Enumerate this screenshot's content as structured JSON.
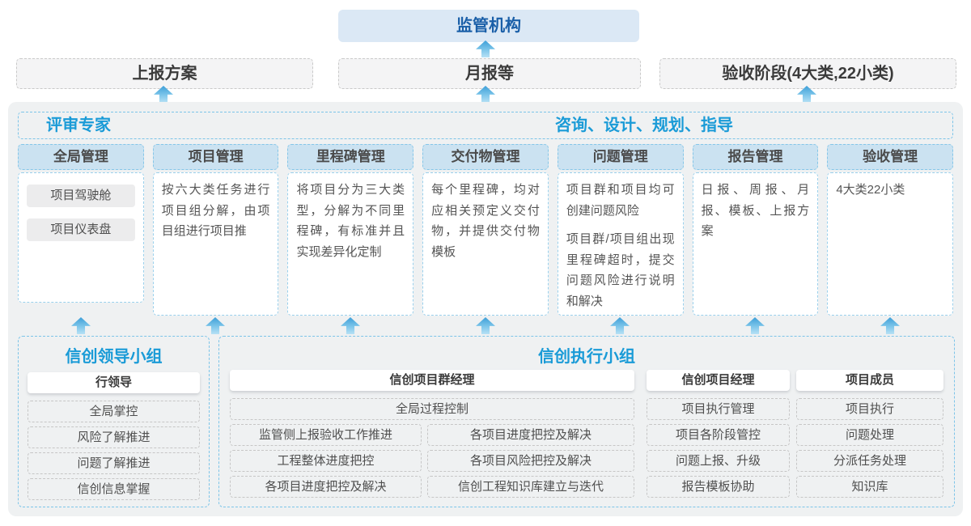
{
  "top": {
    "regulator": "监管机构",
    "report_boxes": [
      "上报方案",
      "月报等",
      "验收阶段(4大类,22小类)"
    ]
  },
  "experts": {
    "left_label": "评审专家",
    "right_label": "咨询、设计、规划、指导"
  },
  "columns": [
    {
      "header": "全局管理",
      "items": [
        "项目驾驶舱",
        "项目仪表盘"
      ]
    },
    {
      "header": "项目管理",
      "text": "按六大类任务进行项目组分解，由项目组进行项目推"
    },
    {
      "header": "里程碑管理",
      "text": "将项目分为三大类型，分解为不同里程碑，有标准并且实现差异化定制"
    },
    {
      "header": "交付物管理",
      "text": "每个里程碑，均对应相关预定义交付物，并提供交付物模板"
    },
    {
      "header": "问题管理",
      "paragraphs": [
        "项目群和项目均可创建问题风险",
        "项目群/项目组出现里程碑超时，提交问题风险进行说明和解决"
      ]
    },
    {
      "header": "报告管理",
      "text": "日报、周报、月报、模板、上报方案"
    },
    {
      "header": "验收管理",
      "text": "4大类22小类"
    }
  ],
  "leadership": {
    "title": "信创领导小组",
    "role": "行领导",
    "items": [
      "全局掌控",
      "风险了解推进",
      "问题了解推进",
      "信创信息掌握"
    ]
  },
  "execution": {
    "title": "信创执行小组",
    "program_manager": {
      "role": "信创项目群经理",
      "full_item": "全局过程控制",
      "left_items": [
        "监管侧上报验收工作推进",
        "工程整体进度把控",
        "各项目进度把控及解决"
      ],
      "right_items": [
        "各项目进度把控及解决",
        "各项目风险把控及解决",
        "信创工程知识库建立与迭代"
      ]
    },
    "project_manager": {
      "role": "信创项目经理",
      "items": [
        "项目执行管理",
        "项目各阶段管控",
        "问题上报、升级",
        "报告模板协助"
      ]
    },
    "member": {
      "role": "项目成员",
      "items": [
        "项目执行",
        "问题处理",
        "分派任务处理",
        "知识库"
      ]
    }
  },
  "colors": {
    "accent_blue": "#1a9bd7",
    "regulator_text": "#1a5fa8",
    "regulator_bg": "#dbe8f5",
    "column_header_bg": "#cbe2f1",
    "dashed_blue_border": "#7cc4e8",
    "panel_bg": "#eff1f2",
    "arrow_top": "#3d9fd8",
    "arrow_bottom": "#b7e1f5"
  }
}
